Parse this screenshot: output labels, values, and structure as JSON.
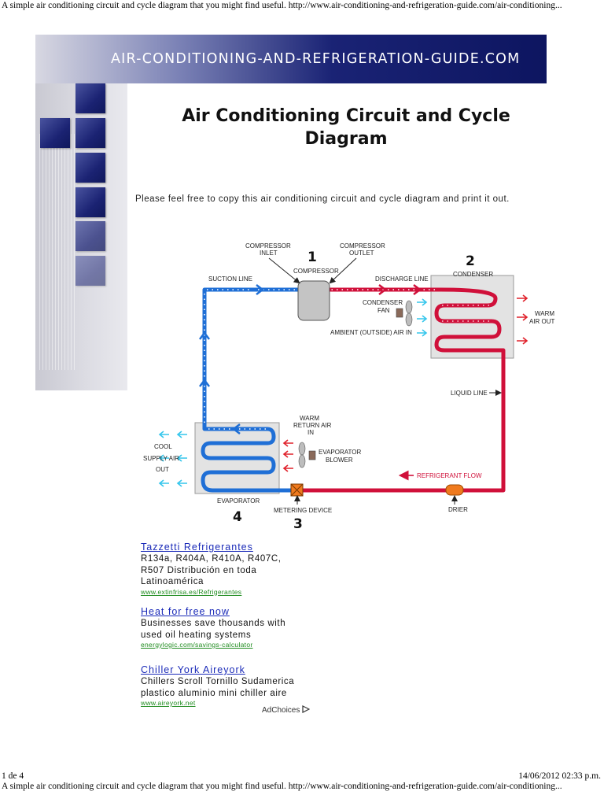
{
  "pdf": {
    "header": "A simple air conditioning circuit and cycle diagram that you might find useful.  http://www.air-conditioning-and-refrigeration-guide.com/air-conditioning...",
    "page": "1 de 4",
    "timestamp": "14/06/2012 02:33 p.m.",
    "footer": "A simple air conditioning circuit and cycle diagram that you might find useful.  http://www.air-conditioning-and-refrigeration-guide.com/air-conditioning..."
  },
  "banner": {
    "site_name": "AIR-CONDITIONING-AND-REFRIGERATION-GUIDE.COM"
  },
  "page": {
    "title_line1": "Air Conditioning Circuit and Cycle",
    "title_line2": "Diagram",
    "intro": "Please feel free to copy this air conditioning circuit and cycle diagram and print it out."
  },
  "diagram": {
    "numbers": {
      "n1": "1",
      "n2": "2",
      "n3": "3",
      "n4": "4"
    },
    "labels": {
      "compressor_inlet_1": "COMPRESSOR",
      "compressor_inlet_2": "INLET",
      "compressor_outlet_1": "COMPRESSOR",
      "compressor_outlet_2": "OUTLET",
      "compressor": "COMPRESSOR",
      "condenser": "CONDENSER",
      "suction_line": "SUCTION LINE",
      "discharge_line": "DISCHARGE LINE",
      "condenser_fan_1": "CONDENSER",
      "condenser_fan_2": "FAN",
      "ambient_air": "AMBIENT (OUTSIDE) AIR IN",
      "warm_air_out_1": "WARM",
      "warm_air_out_2": "AIR OUT",
      "liquid_line": "LIQUID LINE",
      "warm_return_1": "WARM",
      "warm_return_2": "RETURN AIR",
      "warm_return_3": "IN",
      "evaporator_blower_1": "EVAPORATOR",
      "evaporator_blower_2": "BLOWER",
      "cool_supply_1": "COOL",
      "cool_supply_2": "SUPPLY AIR",
      "cool_supply_3": "OUT",
      "refrigerant_flow": "REFRIGERANT FLOW",
      "evaporator": "EVAPORATOR",
      "metering_device": "METERING DEVICE",
      "drier": "DRIER"
    },
    "colors": {
      "hot_line": "#d0103a",
      "cold_line": "#1f6fd6",
      "air_arrow_cool": "#35c6ec",
      "air_arrow_warm": "#e0202a",
      "coil_box": "#e3e3e3",
      "drier": "#f07a1e"
    }
  },
  "ads": [
    {
      "title": "Tazzetti Refrigerantes",
      "body_lines": [
        "R134a, R404A, R410A, R407C,",
        "R507 Distribución en toda",
        "Latinoamérica"
      ],
      "url": "www.extinfrisa.es/Refrigerantes"
    },
    {
      "title": "Heat for free now",
      "body_lines": [
        "Businesses save thousands with",
        "used oil heating systems"
      ],
      "url": "energylogic.com/savings-calculator"
    },
    {
      "title": "Chiller York Aireyork",
      "body_lines": [
        "Chillers Scroll Tornillo Sudamerica",
        "plastico aluminio mini chiller aire"
      ],
      "url": "www.aireyork.net"
    }
  ],
  "adchoices": "AdChoices"
}
